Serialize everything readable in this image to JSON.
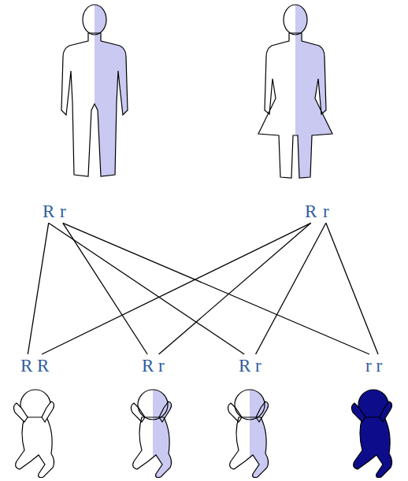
{
  "diagram": {
    "nodes": [
      {
        "text": [
          "R"
        ]
      },
      {
        "text": [
          "r"
        ]
      },
      {
        "text": [
          "R"
        ]
      },
      {
        "text": [
          "r"
        ]
      },
      {
        "text": [
          "R R"
        ]
      },
      {
        "text": [
          "R r"
        ]
      },
      {
        "text": [
          "R r"
        ]
      },
      {
        "text": [
          "r r"
        ]
      }
    ],
    "edges": [
      {
        "from": 0,
        "to": 4,
        "arrow": "none"
      },
      {
        "from": 0,
        "to": 6,
        "arrow": "none"
      },
      {
        "from": 1,
        "to": 5,
        "arrow": "none"
      },
      {
        "from": 1,
        "to": 7,
        "arrow": "none"
      },
      {
        "from": 2,
        "to": 4,
        "arrow": "none"
      },
      {
        "from": 2,
        "to": 5,
        "arrow": "none"
      },
      {
        "from": 3,
        "to": 6,
        "arrow": "none"
      },
      {
        "from": 3,
        "to": 7,
        "arrow": "none"
      }
    ]
  }
}
